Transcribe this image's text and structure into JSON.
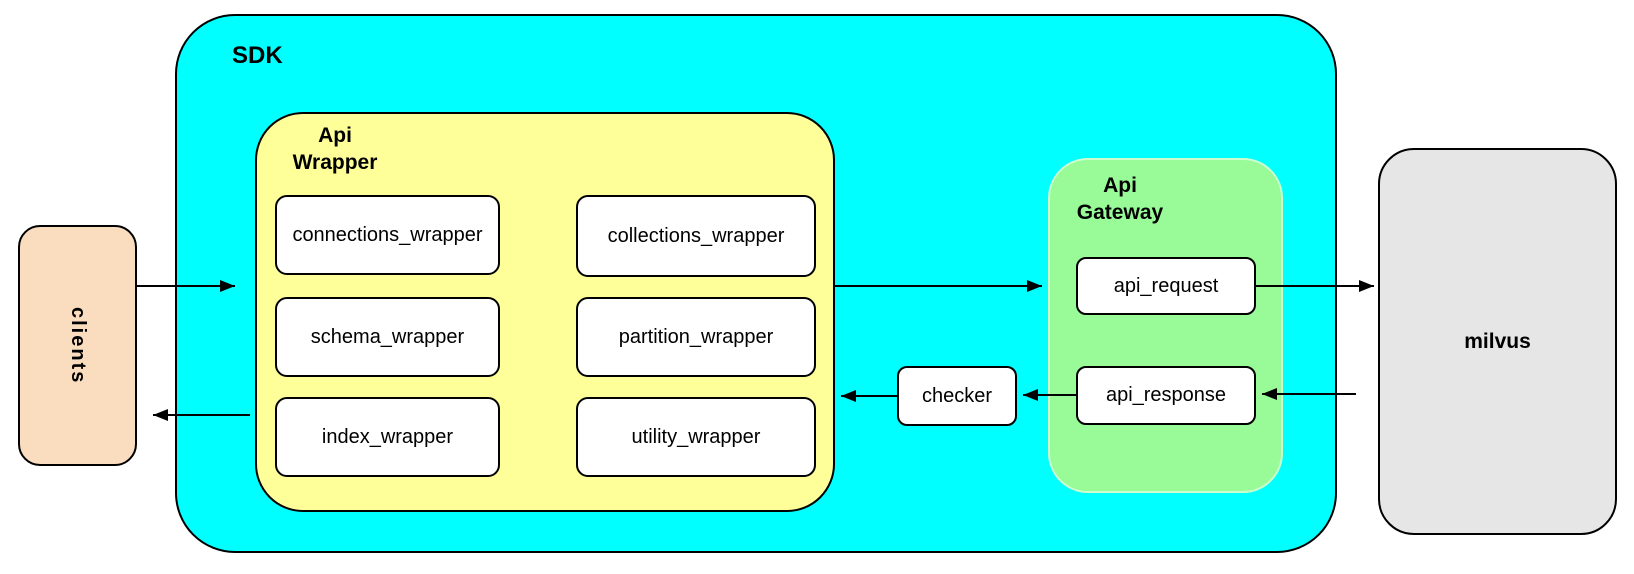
{
  "diagram": {
    "colors": {
      "canvas_bg": "#ffffff",
      "stroke": "#000000",
      "sdk_fill": "#00ffff",
      "api_wrapper_fill": "#ffff99",
      "api_gateway_fill": "#98fb98",
      "api_gateway_stroke": "#ccffcc",
      "clients_fill": "#faddbe",
      "milvus_fill": "#e6e6e6",
      "node_fill": "#ffffff"
    },
    "nodes": {
      "clients": {
        "label": "clients"
      },
      "sdk": {
        "label": "SDK"
      },
      "api_wrapper": {
        "label": "Api\nWrapper"
      },
      "api_gateway": {
        "label": "Api\nGateway"
      },
      "wrappers": [
        {
          "label": "connections_wrapper"
        },
        {
          "label": "collections_wrapper"
        },
        {
          "label": "schema_wrapper"
        },
        {
          "label": "partition_wrapper"
        },
        {
          "label": "index_wrapper"
        },
        {
          "label": "utility_wrapper"
        }
      ],
      "checker": {
        "label": "checker"
      },
      "api_request": {
        "label": "api_request"
      },
      "api_response": {
        "label": "api_response"
      },
      "milvus": {
        "label": "milvus"
      }
    },
    "edges": [
      {
        "from": "clients",
        "to": "api_wrapper",
        "direction": "right"
      },
      {
        "from": "api_wrapper",
        "to": "api_gateway",
        "direction": "right"
      },
      {
        "from": "api_request",
        "to": "milvus",
        "direction": "right"
      },
      {
        "from": "milvus",
        "to": "api_response",
        "direction": "left"
      },
      {
        "from": "api_response",
        "to": "checker",
        "direction": "left"
      },
      {
        "from": "checker",
        "to": "api_wrapper",
        "direction": "left"
      },
      {
        "from": "api_wrapper",
        "to": "clients",
        "direction": "left"
      }
    ]
  }
}
